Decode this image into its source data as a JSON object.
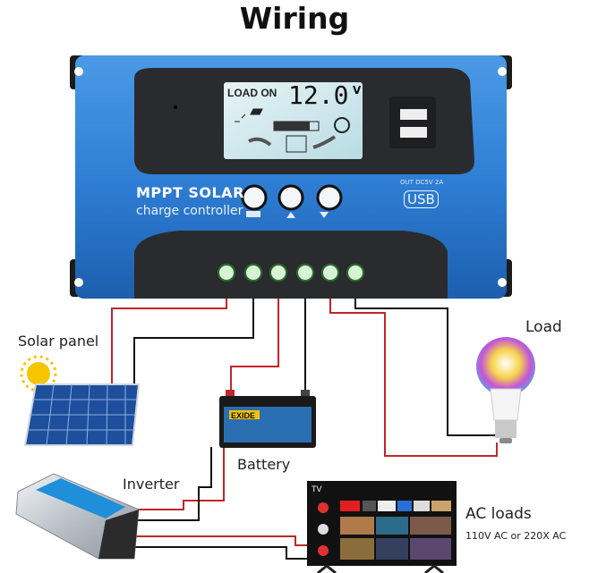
{
  "title": "Wiring",
  "labels": {
    "solar_panel": "Solar panel",
    "load": "Load",
    "battery": "Battery",
    "inverter": "Inverter",
    "ac_loads": "AC loads",
    "ac_voltage": "110V AC or 220X AC"
  },
  "controller": {
    "lcd_status": "LOAD ON",
    "lcd_voltage": "12.0",
    "lcd_unit": "V",
    "brand_line1": "MPPT SOLAR",
    "brand_line2": "charge controller",
    "usb_rating": "OUT DC5V 2A",
    "usb_label": "USB",
    "body_color": "#2f7fd6",
    "lcd_color": "#cfe8ee"
  },
  "battery": {
    "brand": "EXIDE"
  },
  "tv": {
    "corner_label": "TV"
  },
  "wire_colors": {
    "positive": "#c0262b",
    "negative": "#111111"
  }
}
